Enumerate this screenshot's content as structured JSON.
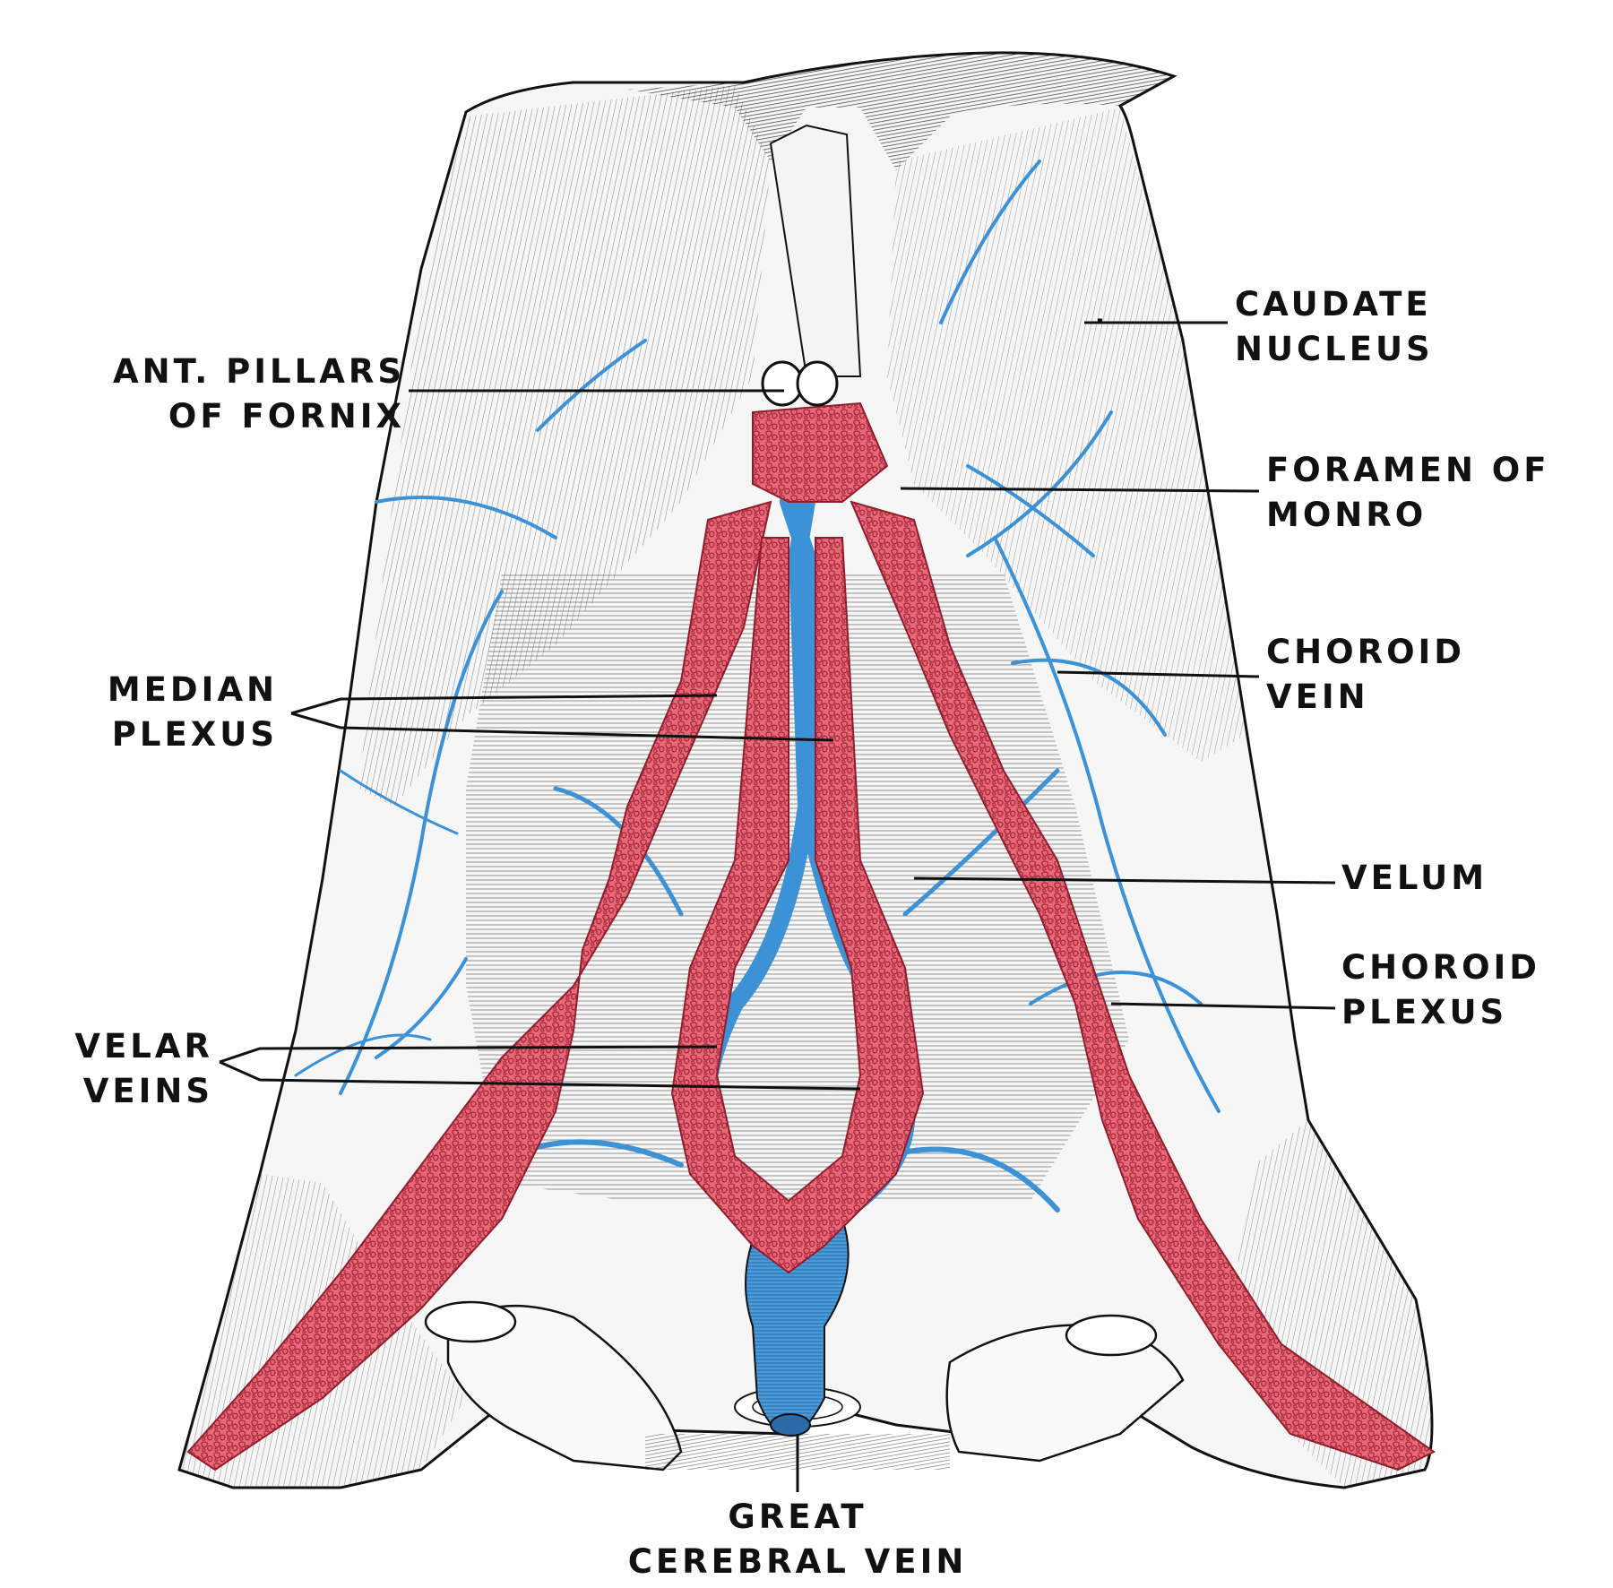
{
  "colors": {
    "plexus": "#e0606f",
    "plexus_dark": "#b23040",
    "vein": "#3d92d6",
    "ink": "#111111",
    "paper": "#ffffff"
  },
  "labels": {
    "caudate_nucleus": [
      "CAUDATE",
      "NUCLEUS"
    ],
    "ant_pillars_of_fornix": [
      "ANT. PILLARS",
      "OF FORNIX"
    ],
    "foramen_of_monro": [
      "FORAMEN OF",
      "MONRO"
    ],
    "choroid_vein": [
      "CHOROID",
      "VEIN"
    ],
    "median_plexus": [
      "MEDIAN",
      "PLEXUS"
    ],
    "velum": [
      "VELUM"
    ],
    "choroid_plexus": [
      "CHOROID",
      "PLEXUS"
    ],
    "velar_veins": [
      "VELAR",
      "VEINS"
    ],
    "great_cerebral_vein": [
      "GREAT",
      "CEREBRAL VEIN"
    ]
  }
}
